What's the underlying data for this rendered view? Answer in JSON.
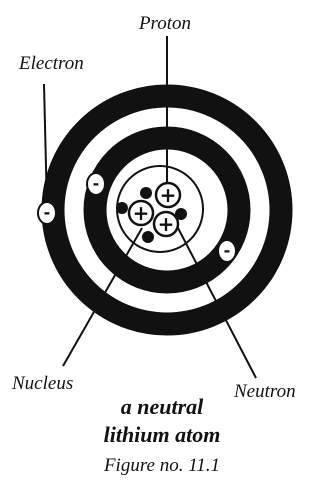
{
  "labels": {
    "proton": "Proton",
    "electron": "Electron",
    "nucleus": "Nucleus",
    "neutron": "Neutron"
  },
  "caption": {
    "line1": "a neutral",
    "line2": "lithium atom",
    "figure": "Figure no. 11.1"
  },
  "symbols": {
    "electron_sign": "-",
    "proton_sign": "+"
  },
  "colors": {
    "ink": "#111111",
    "background": "#ffffff"
  }
}
